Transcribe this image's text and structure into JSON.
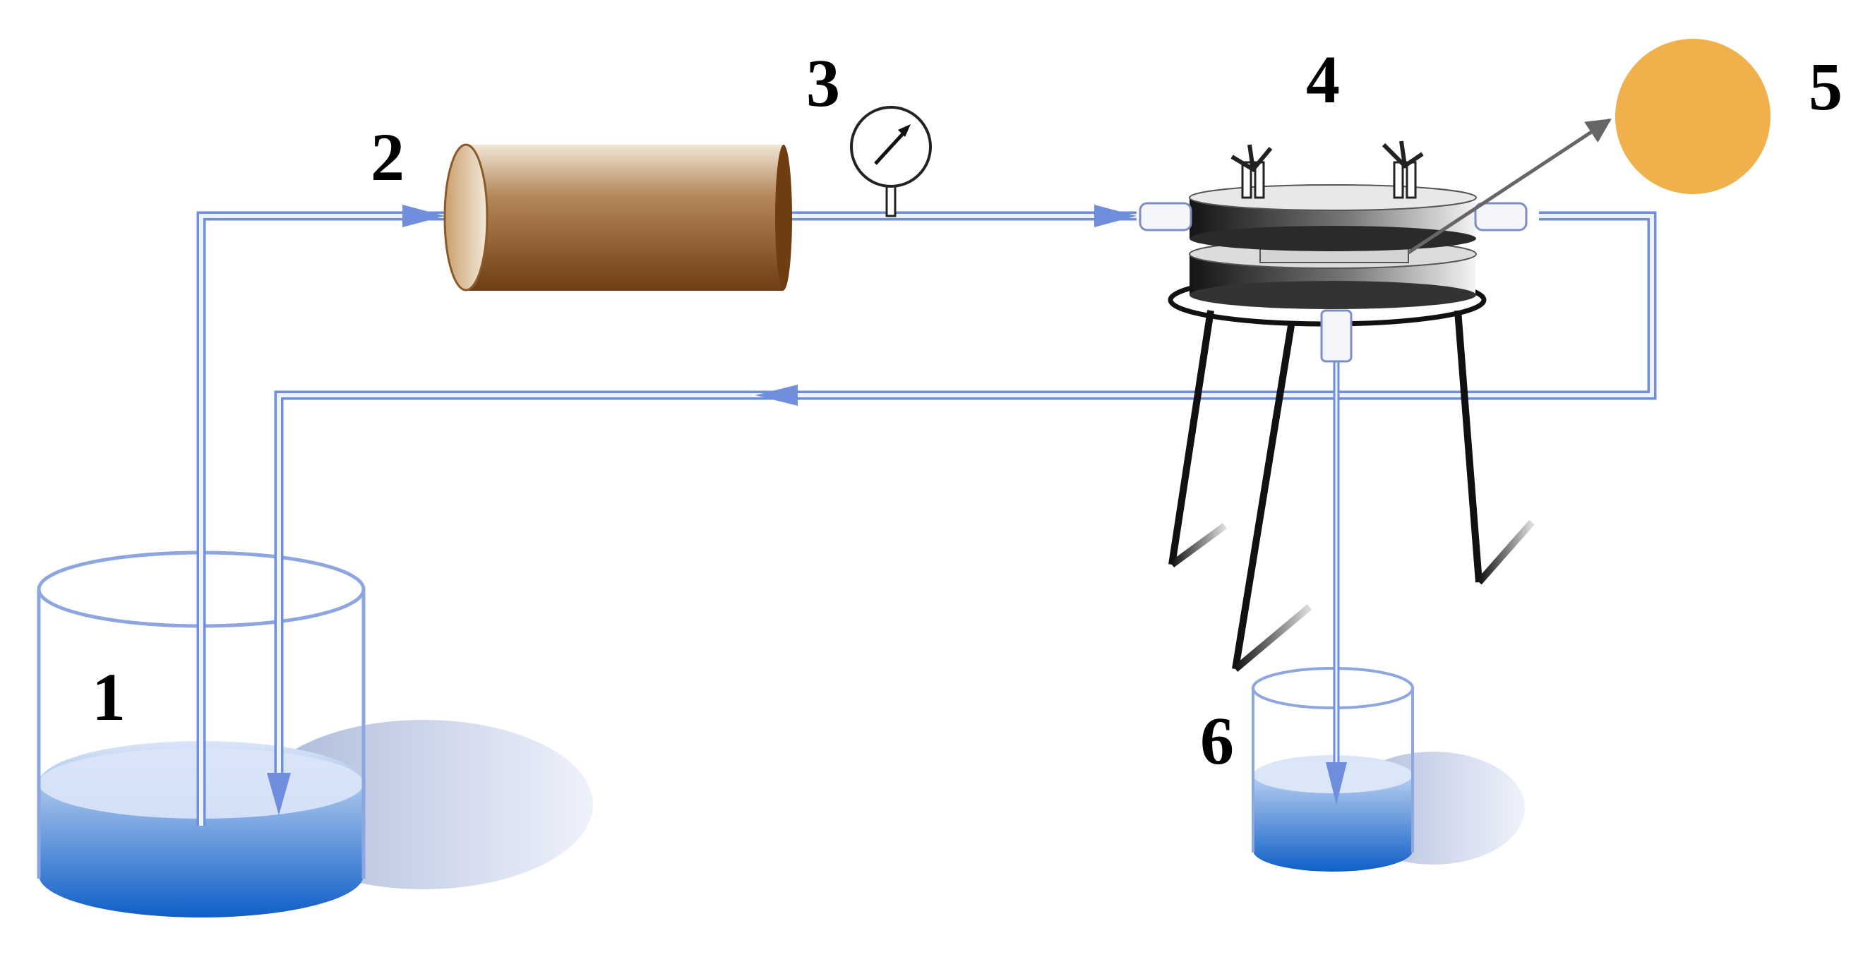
{
  "labels": {
    "one": "1",
    "two": "2",
    "three": "3",
    "four": "4",
    "five": "5",
    "six": "6"
  },
  "colors": {
    "pipe": "#6f8fdc",
    "pipe_light": "#dbe4fb",
    "water_dark": "#0f5fc8",
    "water_light": "#dbe6f8",
    "pump_dark": "#6e3e12",
    "pump_light": "#f1e6d6",
    "disk": "#f0b14c",
    "stand": "#111111",
    "cell_dark": "#1a1a1a",
    "cell_light": "#f4f4f4"
  }
}
